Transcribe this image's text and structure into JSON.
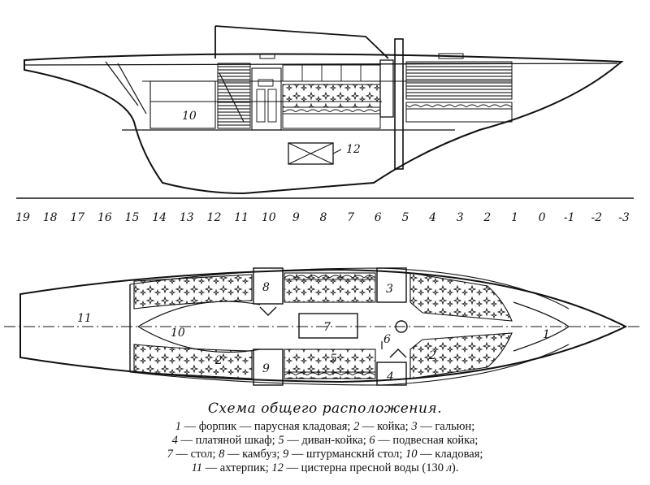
{
  "profile": {
    "callouts": [
      "10",
      "12"
    ]
  },
  "stations": [
    "19",
    "18",
    "17",
    "16",
    "15",
    "14",
    "13",
    "12",
    "11",
    "10",
    "9",
    "8",
    "7",
    "6",
    "5",
    "4",
    "3",
    "2",
    "1",
    "0",
    "-1",
    "-2",
    "-3"
  ],
  "plan": {
    "callouts": [
      "11",
      "10",
      "2",
      "9",
      "8",
      "7",
      "5",
      "3",
      "6",
      "4",
      "2",
      "1"
    ]
  },
  "caption": "Схема общего расположения.",
  "legend": {
    "line1": [
      {
        "n": "1",
        "t": " — форпик — парусная кладовая; "
      },
      {
        "n": "2",
        "t": " — койка; "
      },
      {
        "n": "3",
        "t": " — гальюн;"
      }
    ],
    "line2": [
      {
        "n": "4",
        "t": " — платяной шкаф; "
      },
      {
        "n": "5",
        "t": " — диван-койка; "
      },
      {
        "n": "6",
        "t": " — подвесная койка;"
      }
    ],
    "line3": [
      {
        "n": "7",
        "t": " — стол; "
      },
      {
        "n": "8",
        "t": " — камбуз; "
      },
      {
        "n": "9",
        "t": " — штурманскнй стол; "
      },
      {
        "n": "10",
        "t": " — кладовая;"
      }
    ],
    "line4": [
      {
        "n": "11",
        "t": " — ахтерпик; "
      },
      {
        "n": "12",
        "t": " — цистерна пресной воды (130 "
      },
      {
        "n": "л",
        "t": ")."
      }
    ]
  }
}
